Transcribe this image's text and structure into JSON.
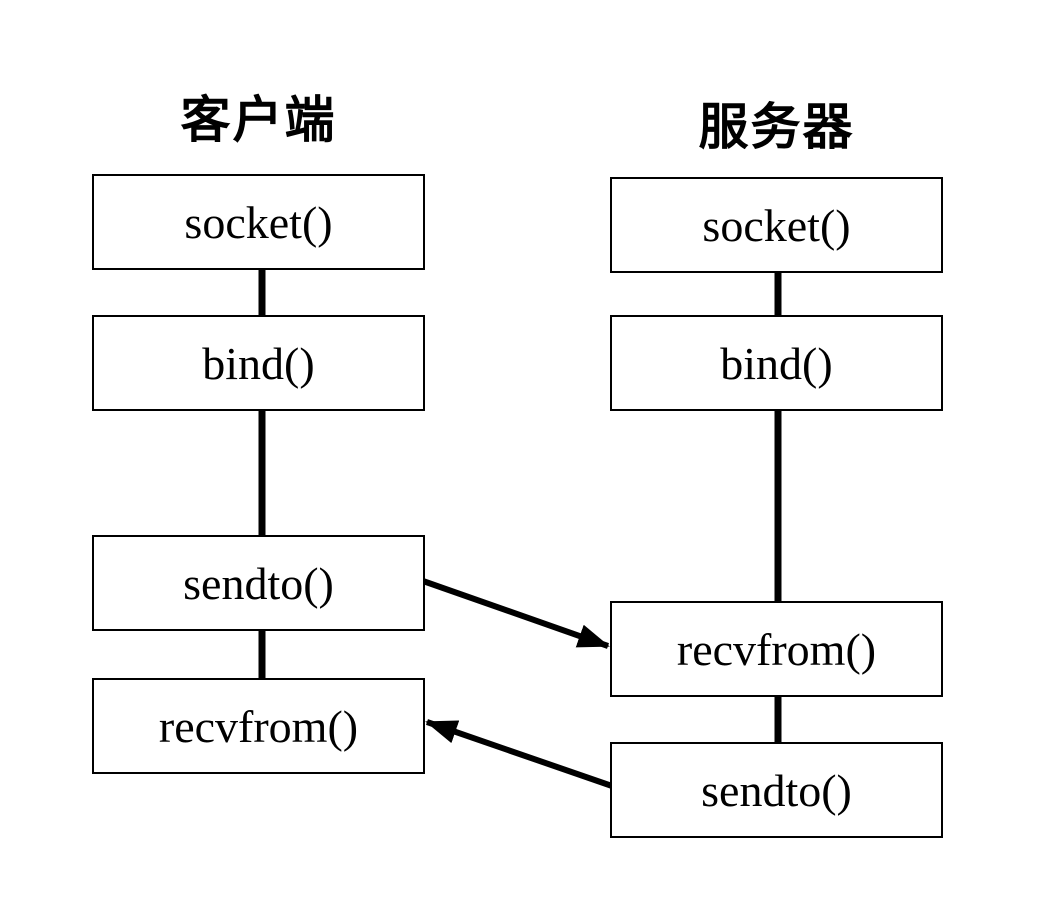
{
  "diagram": {
    "client": {
      "title": "客户端",
      "steps": [
        "socket()",
        "bind()",
        "sendto()",
        "recvfrom()"
      ]
    },
    "server": {
      "title": "服务器",
      "steps": [
        "socket()",
        "bind()",
        "recvfrom()",
        "sendto()"
      ]
    },
    "arrows": [
      {
        "from": "client-sendto",
        "to": "server-recvfrom"
      },
      {
        "from": "server-sendto",
        "to": "client-recvfrom"
      }
    ],
    "colors": {
      "ink": "#000000",
      "background": "#ffffff"
    }
  }
}
